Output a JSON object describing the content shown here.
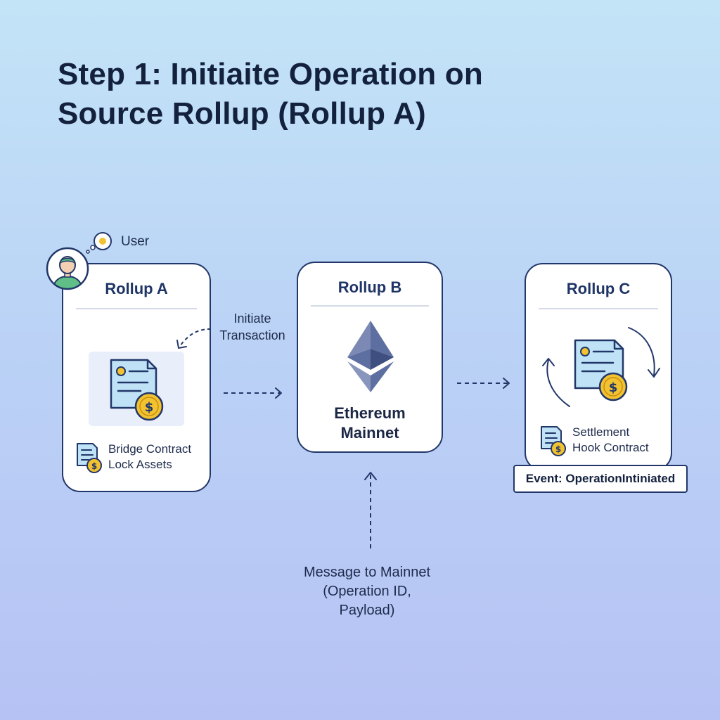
{
  "title": {
    "line1": "Step 1: Initiaite Operation on",
    "line2": "Source Rollup (Rollup A)"
  },
  "user": {
    "label": "User",
    "icon": "user-avatar-icon"
  },
  "rollup_a": {
    "title": "Rollup A",
    "contract_line1": "Bridge Contract",
    "contract_line2": "Lock Assets"
  },
  "rollup_b": {
    "title": "Rollup B",
    "network_line1": "Ethereum",
    "network_line2": "Mainnet"
  },
  "rollup_c": {
    "title": "Rollup C",
    "contract_line1": "Settlement",
    "contract_line2": "Hook Contract",
    "event_label": "Event: OperationIntiniated"
  },
  "arrows": {
    "initiate_line1": "Initiate",
    "initiate_line2": "Transaction",
    "message_line1": "Message to Mainnet",
    "message_line2": "(Operation ID,",
    "message_line3": "Payload)"
  },
  "colors": {
    "card_border": "#223769",
    "document_fill": "#bfe2f7",
    "coin": "#f2c230",
    "ethereum": "#5d6fa0"
  }
}
